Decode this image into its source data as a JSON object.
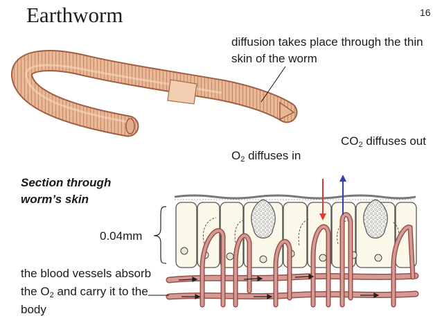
{
  "slide": {
    "title": "Earthworm",
    "number": "16"
  },
  "labels": {
    "diffusion": "diffusion takes place through the thin skin of the worm",
    "o2_prefix": "O",
    "o2_sub": "2",
    "o2_suffix": " diffuses in",
    "co2_prefix": "CO",
    "co2_sub": "2",
    "co2_suffix": " diffuses out",
    "section": "Section through worm’s skin",
    "scale": "0.04mm",
    "blood_1": "the blood vessels absorb the O",
    "blood_sub": "2",
    "blood_2": " and carry it to the body"
  },
  "colors": {
    "worm_body": "#e8b896",
    "worm_stroke": "#a9684a",
    "clitellum": "#f2cdb0",
    "cell_fill": "#fbf8ea",
    "vessel": "#cf8d86",
    "vessel_stroke": "#9a4e48",
    "o2_arrow": "#e03a32",
    "co2_arrow": "#2f3fb4"
  }
}
